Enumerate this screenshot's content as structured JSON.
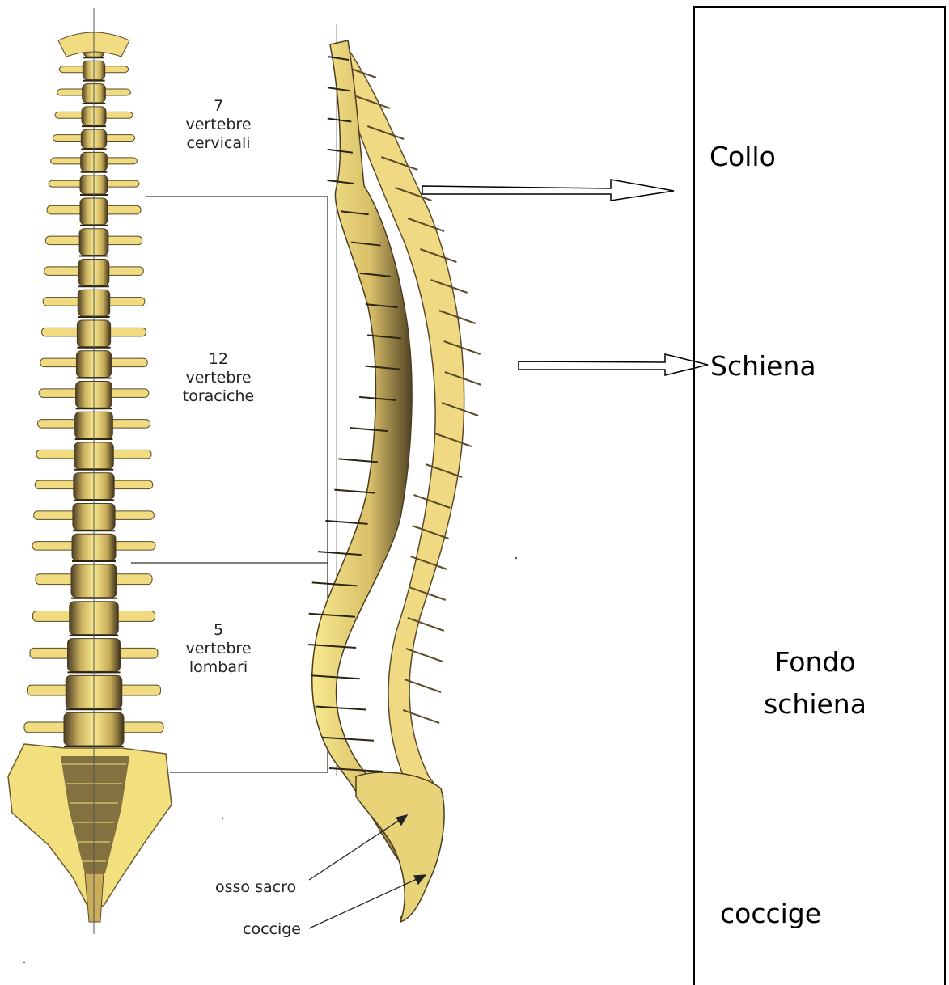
{
  "spine_labels": {
    "cervical": {
      "count": "7",
      "line1": "vertebre",
      "line2": "cervicali"
    },
    "thoracic": {
      "count": "12",
      "line1": "vertebre",
      "line2": "toraciche"
    },
    "lumbar": {
      "count": "5",
      "line1": "vertebre",
      "line2": "lombari"
    },
    "sacrum": "osso sacro",
    "coccyx": "coccige"
  },
  "side_panel": {
    "neck": "Collo",
    "back": "Schiena",
    "lower_back_line1": "Fondo",
    "lower_back_line2": "schiena",
    "tailbone": "coccige"
  },
  "colors": {
    "bone": "#f6e487",
    "bone_light": "#fbf0a8",
    "bone_shadow": "#5a4a2a",
    "line": "#333333"
  },
  "icons": [
    "arrow-right-icon"
  ]
}
